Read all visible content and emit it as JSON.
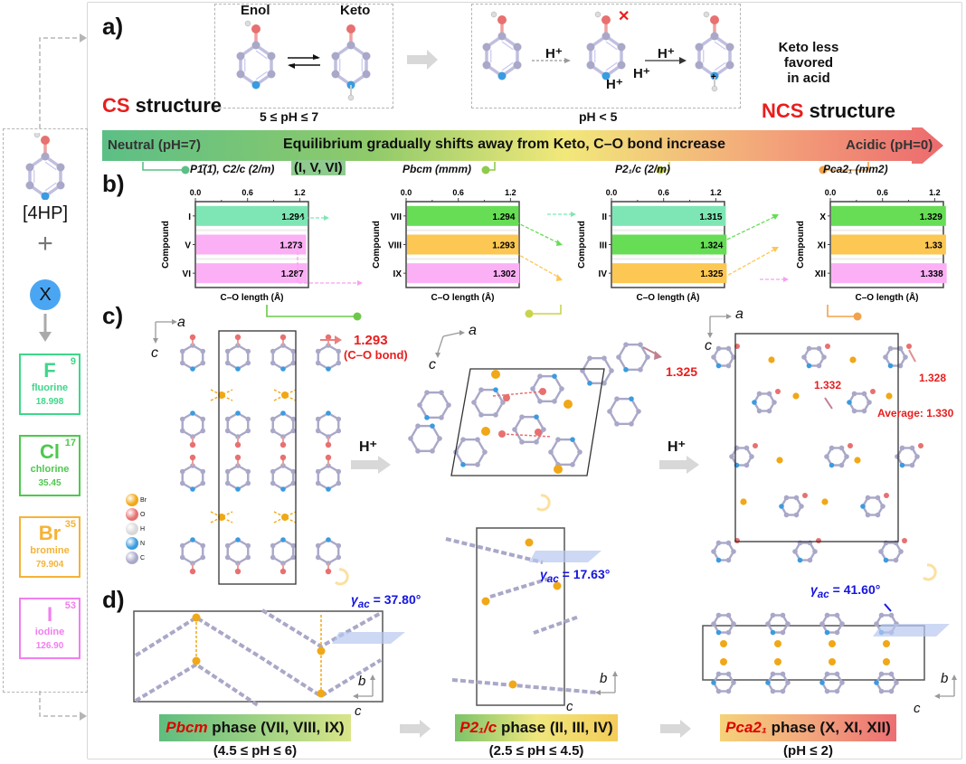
{
  "panels": {
    "a": "a)",
    "b": "b)",
    "c": "c)",
    "d": "d)"
  },
  "sidebar": {
    "molecule_label": "[4HP]",
    "plus": "+",
    "x_label": "X",
    "elements": [
      {
        "symbol": "F",
        "number": "9",
        "name": "fluorine",
        "mass": "18.998",
        "color": "#3fd68a"
      },
      {
        "symbol": "Cl",
        "number": "17",
        "name": "chlorine",
        "mass": "35.45",
        "color": "#4dc94d"
      },
      {
        "symbol": "Br",
        "number": "35",
        "name": "bromine",
        "mass": "79.904",
        "color": "#f5b336"
      },
      {
        "symbol": "I",
        "number": "53",
        "name": "iodine",
        "mass": "126.90",
        "color": "#f27ef0"
      }
    ]
  },
  "top": {
    "enol_label": "Enol",
    "keto_label": "Keto",
    "neutral_range": "5 ≤ pH ≤ 7",
    "acid_range": "pH < 5",
    "h_plus": "H⁺",
    "keto_note_line1": "Keto less favored",
    "keto_note_line2": "in acid",
    "cs_red": "CS",
    "cs_black": " structure",
    "ncs_red": "NCS",
    "ncs_black": " structure",
    "arrow_left": "Neutral (pH=7)",
    "arrow_center": "Equilibrium gradually shifts away from Keto, C–O bond increase",
    "arrow_right": "Acidic (pH=0)"
  },
  "spacegroups": {
    "g1": "P1̄(1̄), C2/c (2/m)",
    "g1_tag": "(I, V, VI)",
    "g2": "Pbcm (mmm)",
    "g3": "P2₁/c (2/m)",
    "g4": "Pca2₁ (mm2)"
  },
  "chart_data": [
    {
      "type": "bar",
      "orientation": "horizontal",
      "title": "P1̄(1̄), C2/c (2/m)",
      "categories": [
        "I",
        "V",
        "VI"
      ],
      "values": [
        1.294,
        1.273,
        1.287
      ],
      "value_labels": [
        "1.294",
        "1.273",
        "1.287"
      ],
      "colors": [
        "#7ee6b4",
        "#fbb0f5",
        "#fbb0f5"
      ],
      "xlabel": "C–O length (Å)",
      "ylabel": "Compound",
      "xlim": [
        0,
        1.3
      ],
      "xticks": [
        "0.0",
        "0.6",
        "1.2"
      ]
    },
    {
      "type": "bar",
      "orientation": "horizontal",
      "title": "Pbcm (mmm)",
      "categories": [
        "VII",
        "VIII",
        "IX"
      ],
      "values": [
        1.294,
        1.293,
        1.302
      ],
      "value_labels": [
        "1.294",
        "1.293",
        "1.302"
      ],
      "colors": [
        "#66dd55",
        "#fcc752",
        "#fbb0f5"
      ],
      "xlabel": "C–O length (Å)",
      "ylabel": "Compound",
      "xlim": [
        0,
        1.3
      ],
      "xticks": [
        "0.0",
        "0.6",
        "1.2"
      ]
    },
    {
      "type": "bar",
      "orientation": "horizontal",
      "title": "P2₁/c (2/m)",
      "categories": [
        "II",
        "III",
        "IV"
      ],
      "values": [
        1.315,
        1.324,
        1.325
      ],
      "value_labels": [
        "1.315",
        "1.324",
        "1.325"
      ],
      "colors": [
        "#7ee6b4",
        "#66dd55",
        "#fcc752"
      ],
      "xlabel": "C–O length (Å)",
      "ylabel": "Compound",
      "xlim": [
        0,
        1.3
      ],
      "xticks": [
        "0.0",
        "0.6",
        "1.2"
      ]
    },
    {
      "type": "bar",
      "orientation": "horizontal",
      "title": "Pca2₁ (mm2)",
      "categories": [
        "X",
        "XI",
        "XII"
      ],
      "values": [
        1.329,
        1.33,
        1.338
      ],
      "value_labels": [
        "1.329",
        "1.33",
        "1.338"
      ],
      "colors": [
        "#66dd55",
        "#fcc752",
        "#fbb0f5"
      ],
      "xlabel": "C–O length (Å)",
      "ylabel": "Compound",
      "xlim": [
        0,
        1.3
      ],
      "xticks": [
        "0.0",
        "0.6",
        "1.2"
      ]
    }
  ],
  "structures": {
    "axis_a": "a",
    "axis_b": "b",
    "axis_c": "c",
    "h_plus": "H⁺",
    "s1_value": "1.293",
    "s1_note": "(C–O bond)",
    "s2_value": "1.325",
    "s3_value_a": "1.332",
    "s3_value_b": "1.328",
    "s3_average": "Average: 1.330",
    "legend": [
      {
        "label": "Br",
        "color": "#f0a818"
      },
      {
        "label": "O",
        "color": "#e87070"
      },
      {
        "label": "H",
        "color": "#d8d8d8"
      },
      {
        "label": "N",
        "color": "#3a9be0"
      },
      {
        "label": "C",
        "color": "#a9a8c8"
      }
    ]
  },
  "phases": [
    {
      "sg": "Pbcm",
      "rest": " phase (VII, VIII, IX)",
      "ph": "(4.5 ≤ pH ≤ 6)",
      "gamma": "= 37.80°"
    },
    {
      "sg": "P2₁/c",
      "rest": " phase (II, III, IV)",
      "ph": "(2.5 ≤ pH ≤ 4.5)",
      "gamma": "= 17.63°"
    },
    {
      "sg": "Pca2₁",
      "rest": " phase (X, XI, XII)",
      "ph": "(pH ≤ 2)",
      "gamma": "= 41.60°"
    }
  ],
  "gamma_symbol": "γ",
  "gamma_sub": "ac"
}
